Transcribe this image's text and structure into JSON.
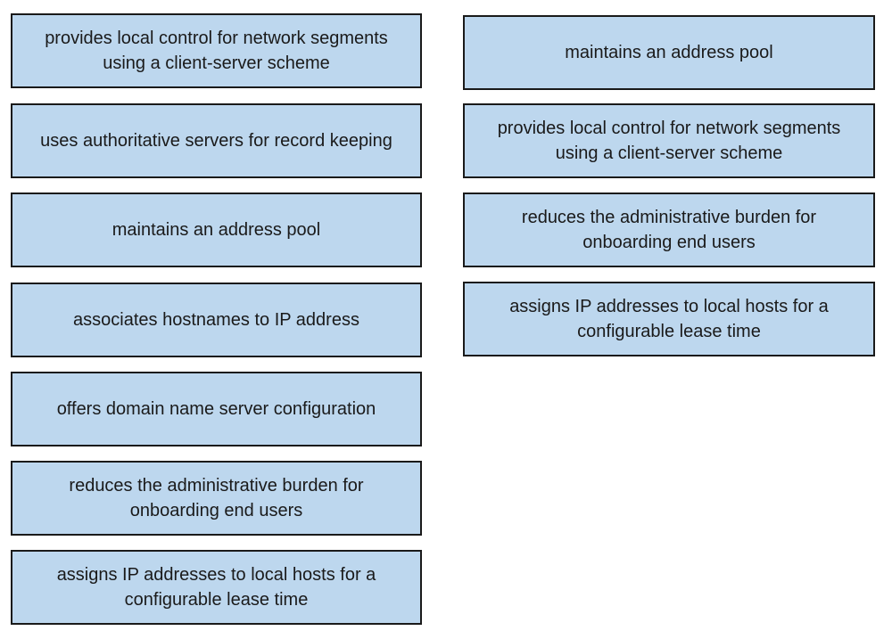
{
  "left_items": [
    "provides local control for network segments using a client-server scheme",
    "uses authoritative servers for record keeping",
    "maintains an address pool",
    "associates hostnames to IP address",
    "offers domain name server configuration",
    "reduces the administrative burden for onboarding end users",
    "assigns IP addresses to local hosts for a configurable lease time"
  ],
  "right_items": [
    "maintains an address pool",
    "provides local control for network segments using a client-server scheme",
    "reduces the administrative burden for onboarding end users",
    "assigns IP addresses to local hosts for a configurable lease time"
  ],
  "colors": {
    "box_fill": "#bdd7ee",
    "box_border": "#1a1a1a",
    "text": "#1a1a1a"
  }
}
